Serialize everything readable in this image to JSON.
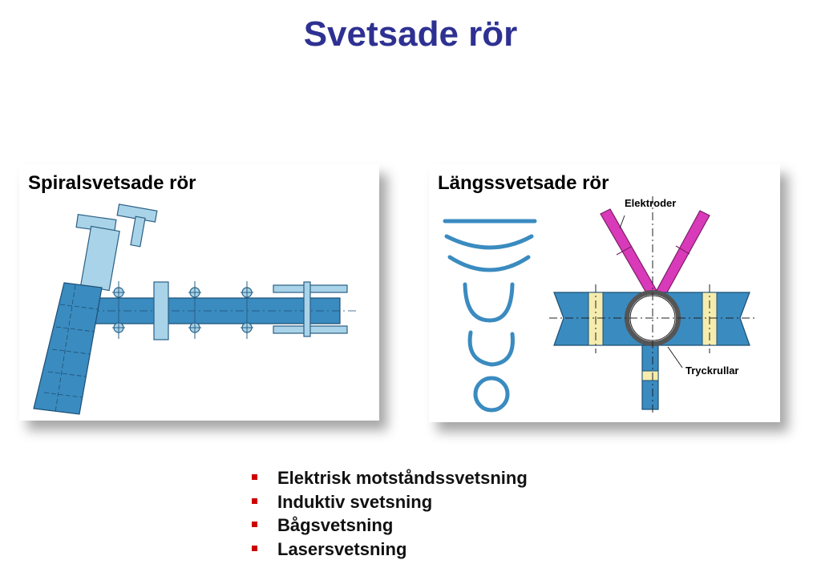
{
  "slide": {
    "title": "Svetsade rör",
    "left_panel": {
      "title": "Spiralsvetsade rör"
    },
    "right_panel": {
      "title": "Längssvetsade rör",
      "label_electrodes": "Elektroder",
      "label_rollers": "Tryckrullar"
    },
    "bullets": [
      "Elektrisk motståndssvetsning",
      "Induktiv svetsning",
      "Bågsvetsning",
      "Lasersvetsning"
    ]
  },
  "colors": {
    "title": "#2e3192",
    "pipe_blue": "#3a8bc0",
    "light_blue": "#a9d3e8",
    "magenta": "#d93ab9",
    "roller_yellow": "#f5ecae",
    "bullet": "#cc0000"
  }
}
